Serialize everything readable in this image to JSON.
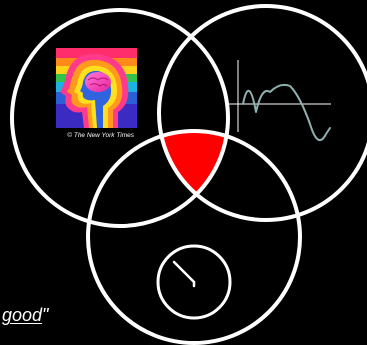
{
  "diagram": {
    "type": "venn",
    "sets": 3,
    "circle_names": [
      "mind",
      "signal",
      "time"
    ],
    "highlight": "three-way intersection",
    "colors": {
      "background": "#000000",
      "outline": "#ffffff",
      "intersection": "#ff0000",
      "waveform": "#8fb0ae"
    }
  },
  "image": {
    "credit": "© The New York Times",
    "icons": [
      "head-brain-icon",
      "waveform-icon",
      "clock-icon"
    ]
  },
  "caption": {
    "underlined": "good",
    "trailing": "\""
  }
}
